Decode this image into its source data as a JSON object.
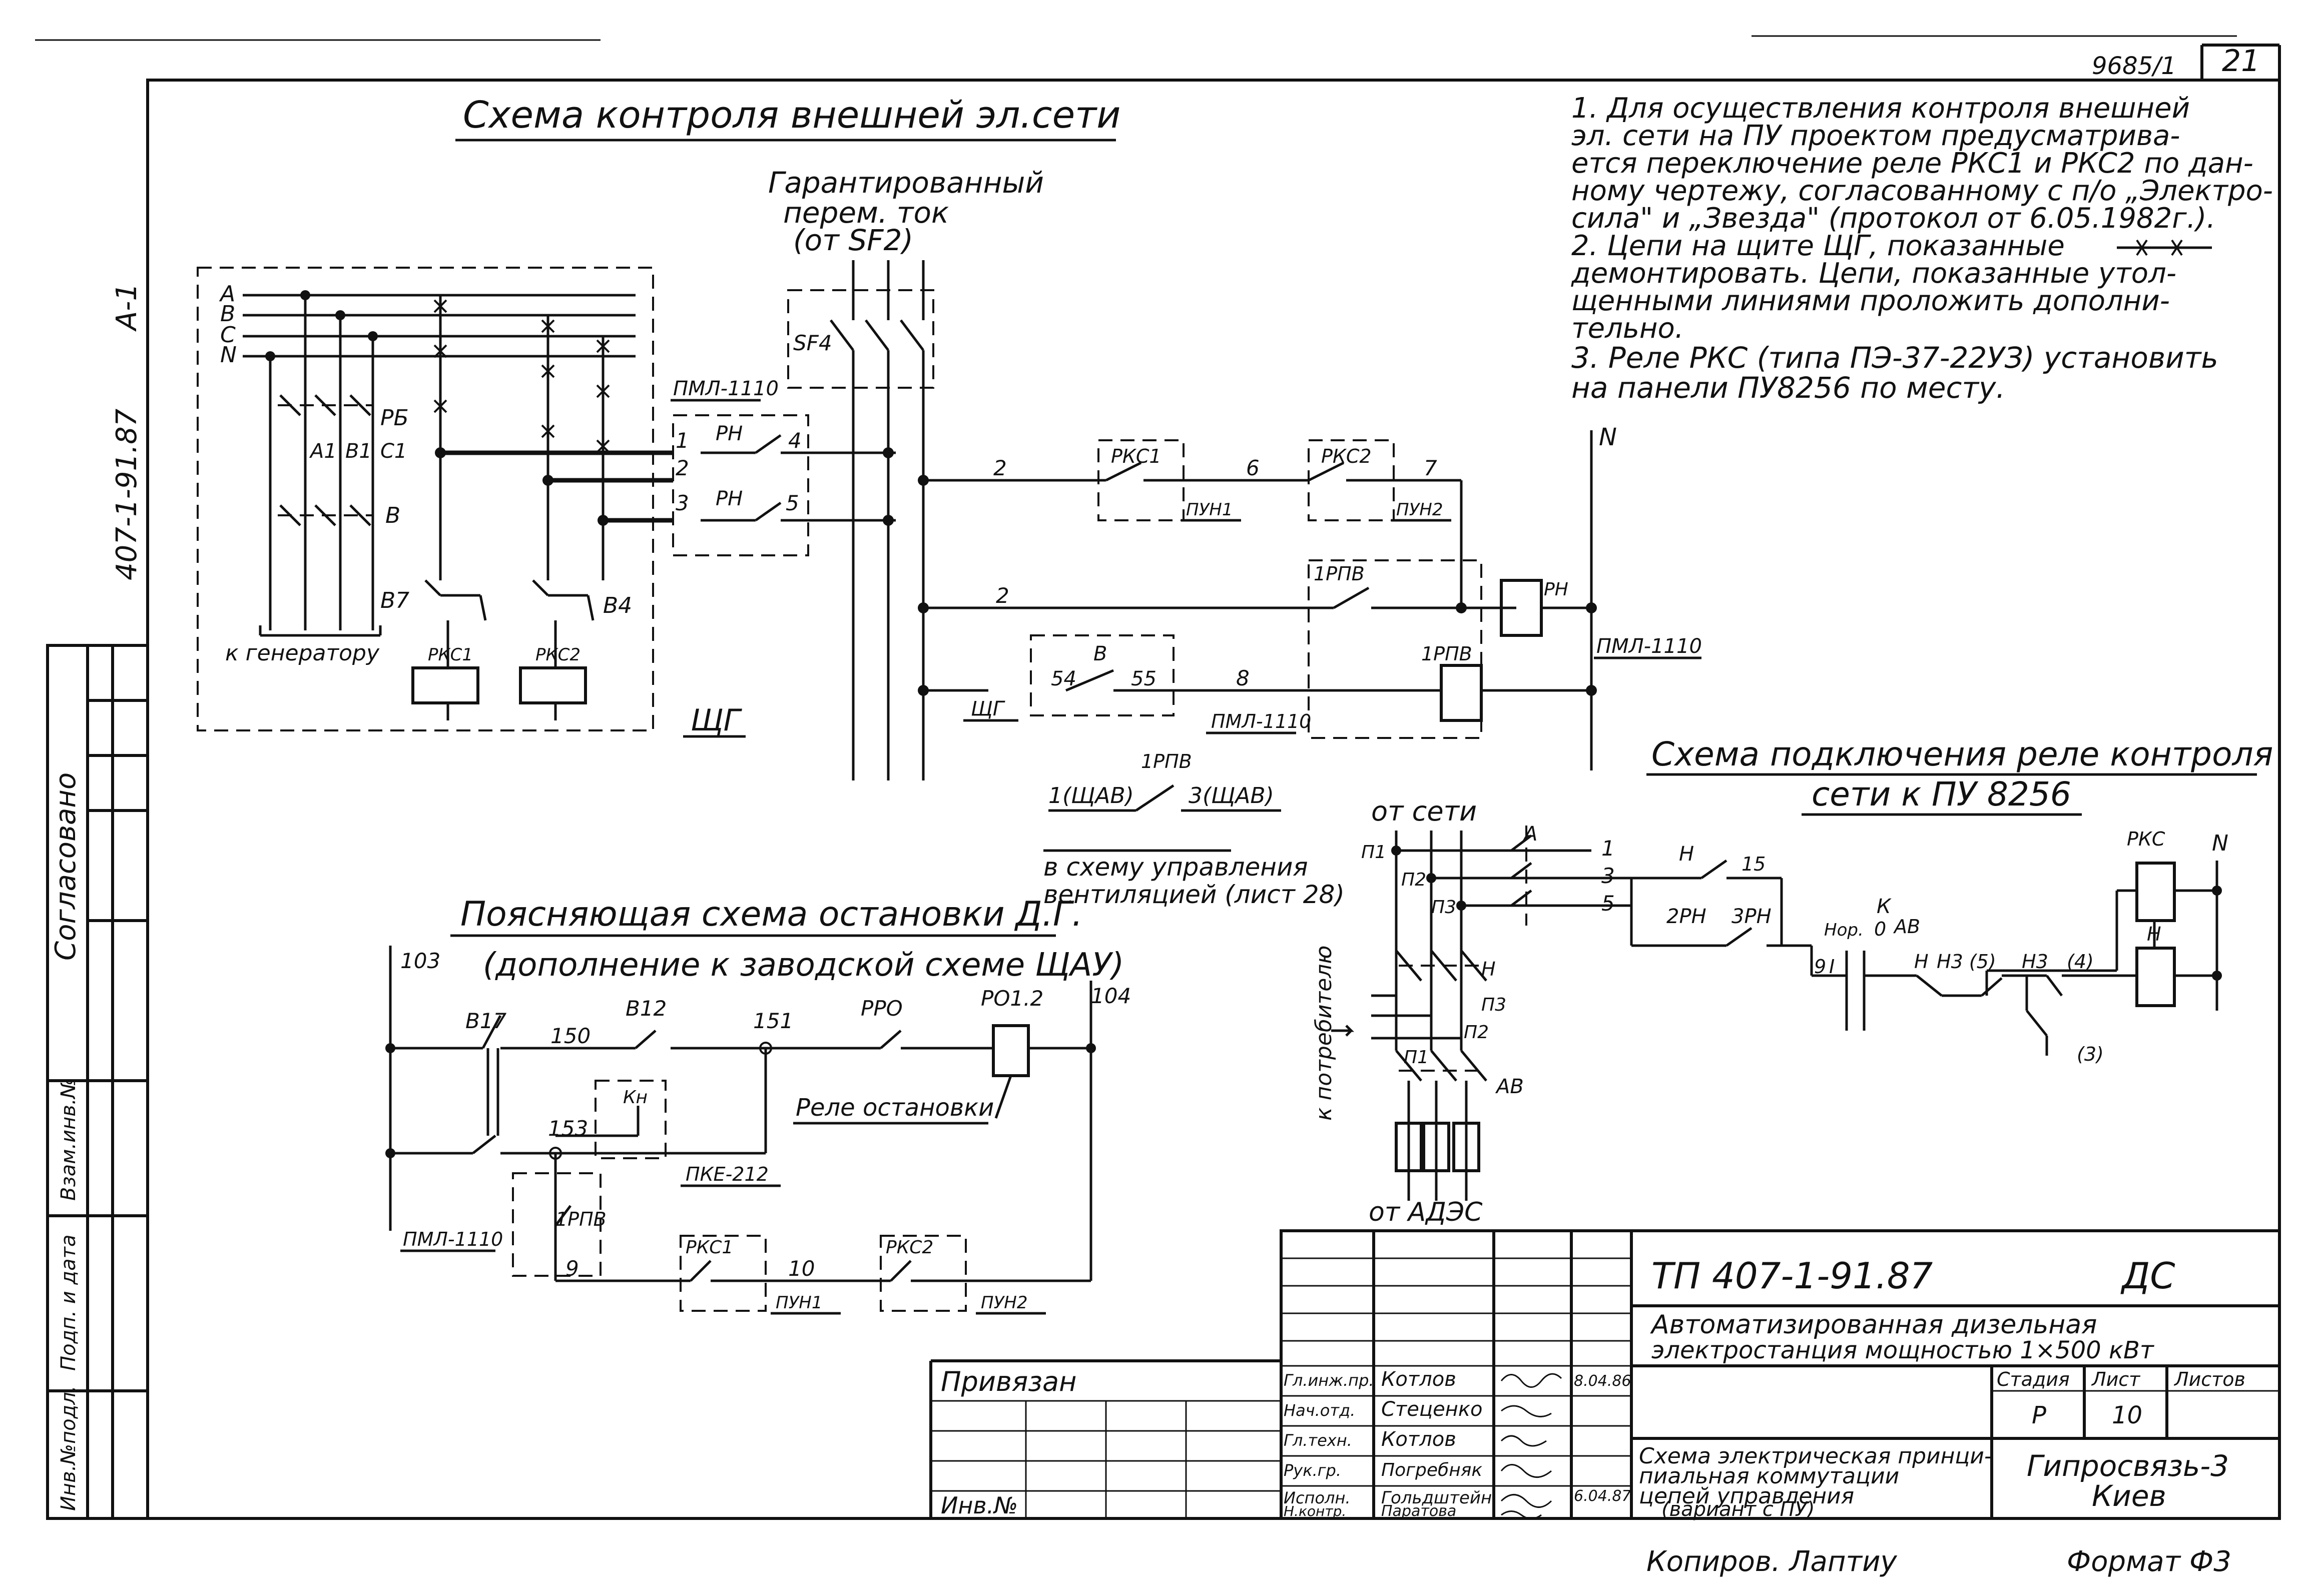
{
  "colors": {
    "ink": "#111111",
    "paper": "#ffffff"
  },
  "sheet": {
    "doc_code_top": "9685/1",
    "sheet_number": "21",
    "side_code": "407-1-91.87",
    "side_code_suffix": "А-1",
    "left_approved": "Согласовано"
  },
  "left_strip": {
    "inv_orig": "Инв.№подл.",
    "sign_date": "Подп. и дата",
    "replaces_inv": "Взам.инв.№"
  },
  "external_net": {
    "title": "Схема контроля внешней эл.сети",
    "guaranteed_line1": "Гарантированный",
    "guaranteed_line2": "перем. ток",
    "guaranteed_line3": "(от SF2)",
    "bus_labels": [
      "A",
      "B",
      "C",
      "N"
    ],
    "breaker_pb": "РБ",
    "phase_a1": "А1",
    "phase_b1": "В1",
    "phase_c1": "С1",
    "breaker_b": "В",
    "breaker_b7": "В7",
    "breaker_b4": "В4",
    "to_generator": "к генератору",
    "relay_pkc1": "РКС1",
    "relay_pkc2": "РКС2",
    "panel_shg": "ЩГ",
    "sf4": "SF4",
    "pml1110": "ПМЛ-1110",
    "pn": "РН",
    "wire_nums": [
      "1",
      "2",
      "3",
      "4",
      "5",
      "2",
      "6",
      "7",
      "2",
      "8"
    ],
    "pyn1": "ПУН1",
    "pyn2": "ПУН2",
    "rpv": "1РПВ",
    "n_label": "N",
    "b_box": "В",
    "c54": "54",
    "c55": "55",
    "shg_wire": "ЩГ",
    "pml_h10": "ПМЛ-1110"
  },
  "notes": [
    "1. Для осуществления контроля внешней",
    "эл. сети на ПУ проектом предусматрива-",
    "ется переключение реле РКС1 и РКС2 по дан-",
    "ному чертежу, согласованному с п/о „Электро-",
    "сила\" и „Звезда\" (протокол от 6.05.1982г.).",
    "2. Цепи на щите ЩГ, показанные",
    "демонтировать. Цепи, показанные утол-",
    "щенными линиями проложить дополни-",
    "тельно.",
    "3. Реле РКС (типа ПЭ-37-22УЗ) установить",
    "на панели ПУ8256 по месту."
  ],
  "rpv_contact": {
    "label": "1РПВ",
    "left": "1(ЩАВ)",
    "right": "3(ЩАВ)",
    "note1": "в схему управления",
    "note2": "вентиляцией (лист 28)"
  },
  "stop_scheme": {
    "title": "Поясняющая схема остановки Д.Г.",
    "subtitle": "(дополнение к заводской схеме ЩАУ)",
    "n103": "103",
    "n104": "104",
    "b17": "В17",
    "b12": "В12",
    "n150": "150",
    "n151": "151",
    "ppo": "РРО",
    "po12": "РО1.2",
    "n153": "153",
    "kn": "Кн",
    "pke": "ПКЕ-212",
    "rpv": "1РПВ",
    "pml": "ПМЛ-1110",
    "n9": "9",
    "n10": "10",
    "pkc1": "РКС1",
    "pkc2": "РКС2",
    "pyn1": "ПУН1",
    "pyn2": "ПУН2",
    "stop_relay": "Реле остановки"
  },
  "connect_scheme": {
    "title_line1": "Схема подключения реле контроля",
    "title_line2": "сети к ПУ 8256",
    "from_net": "от сети",
    "p1a": "П1",
    "p2a": "П2",
    "p3a": "П3",
    "p1b": "П1",
    "p2b": "П2",
    "p3b": "П3",
    "a": "А",
    "h": "Н",
    "ab": "АВ",
    "n1": "1",
    "n3": "3",
    "n5": "5",
    "n15": "15",
    "h2": "Н",
    "rn2": "2РН",
    "rn3": "3РН",
    "k": "К",
    "nor": "Нор.",
    "zero": "0",
    "ab2": "АВ",
    "roman1": "I",
    "n9": "9",
    "h3": "Н",
    "h35": "Н3 (5)",
    "h3b": "Н3",
    "n4": "(4)",
    "n3b": "(3)",
    "pkc": "РКС",
    "n_label": "N",
    "h_coil": "Н",
    "to_consumer": "к потребителю",
    "from_adzs": "от АДЭС"
  },
  "title_block": {
    "project": "ТП 407-1-91.87",
    "type": "ДС",
    "desc_line1": "Автоматизированная дизельная",
    "desc_line2": "электростанция мощностью 1×500 кВт",
    "bound": "Привязан",
    "inv": "Инв.№",
    "roles": [
      "Гл.инж.пр.",
      "Нач.отд.",
      "Гл.техн.",
      "Рук.гр.",
      "Исполн.",
      "Н.контр."
    ],
    "names": [
      "Котлов",
      "Стеценко",
      "Котлов",
      "Погребняк",
      "Гольдштейн",
      "Паратова"
    ],
    "date1": "8.04.86",
    "date2": "6.04.87",
    "stage_h": "Стадия",
    "sheet_h": "Лист",
    "sheets_h": "Листов",
    "stage": "Р",
    "sheet_no": "10",
    "scheme_line1": "Схема электрическая принци-",
    "scheme_line2": "пиальная коммутации",
    "scheme_line3": "цепей управления",
    "scheme_line4": "(вариант с ПУ)",
    "org_line1": "Гипросвязь-3",
    "org_line2": "Киев"
  },
  "footer": {
    "copied": "Копиров. Лаптиу",
    "format": "Формат Ф3"
  }
}
